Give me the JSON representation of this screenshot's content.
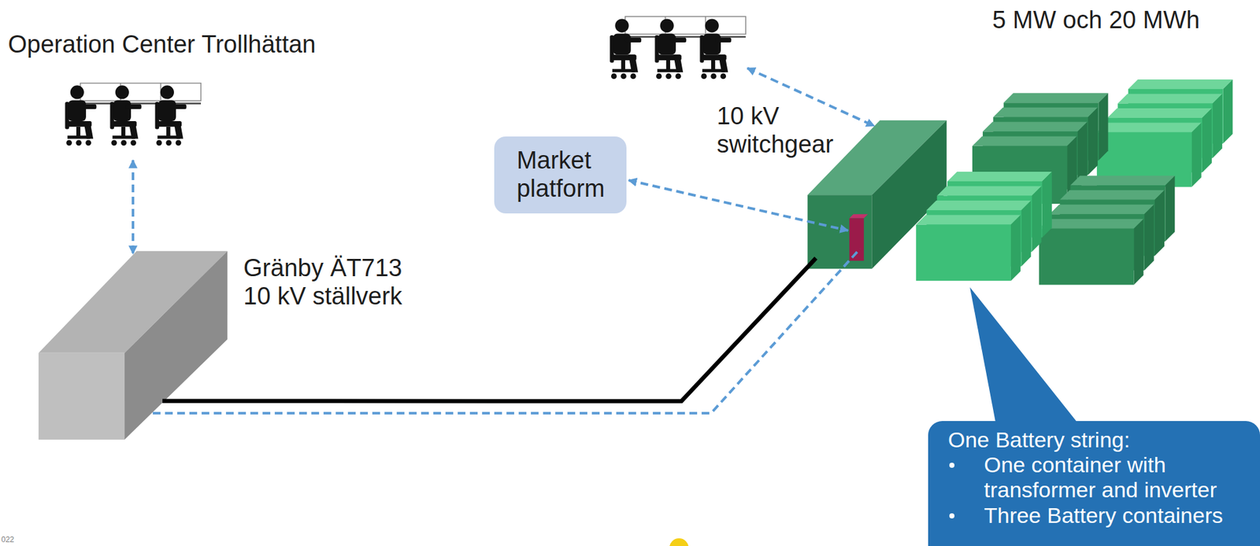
{
  "diagram": {
    "nodes": [
      {
        "text": [
          "Operation Center Trollhättan"
        ]
      },
      {
        "text": [
          "Gränby ÄT713 10 kV ställverk"
        ]
      },
      {
        "text": [
          "Market platform"
        ]
      },
      {
        "text": [
          "10 kV switchgear"
        ]
      },
      {
        "text": [
          "5 MW och 20 MWh"
        ]
      },
      {
        "text": [
          "One Battery string:",
          "One container with transformer and inverter",
          "Three Battery containers"
        ]
      }
    ],
    "edges": [
      {
        "from": 0,
        "to": 1,
        "arrow": "both"
      },
      {
        "from": 2,
        "to": 3,
        "arrow": "both"
      },
      {
        "from": 1,
        "to": 3,
        "arrow": "none"
      },
      {
        "from": 1,
        "to": 3,
        "arrow": "none"
      }
    ],
    "labels": [
      "022"
    ]
  }
}
